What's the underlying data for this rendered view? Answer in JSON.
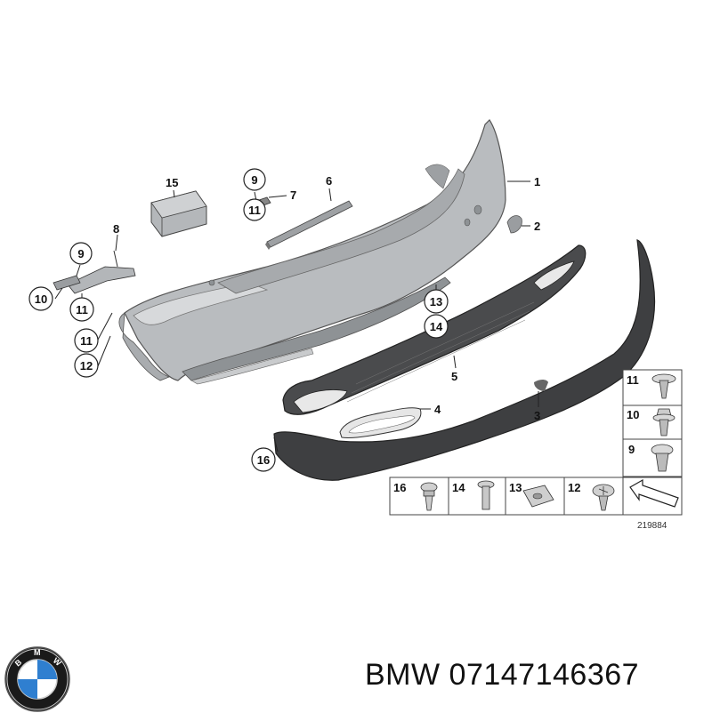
{
  "diagram": {
    "callouts": [
      "1",
      "2",
      "3",
      "4",
      "5",
      "6",
      "7",
      "8",
      "9",
      "10",
      "11",
      "12",
      "13",
      "14",
      "15",
      "16"
    ],
    "legend": {
      "right_column": [
        "11",
        "10",
        "9"
      ],
      "bottom_row": [
        "16",
        "14",
        "13",
        "12"
      ]
    },
    "drawing_code": "219884"
  },
  "footer": {
    "brand": "BMW",
    "part_number": "07147146367",
    "logo_letters": "BMW"
  },
  "colors": {
    "bumper": "#b9bcbf",
    "bumper_shadow": "#8e9295",
    "diffuser": "#3e3f41",
    "outline": "#222222",
    "logo_blue": "#2f7fd0",
    "logo_ring": "#111111"
  }
}
